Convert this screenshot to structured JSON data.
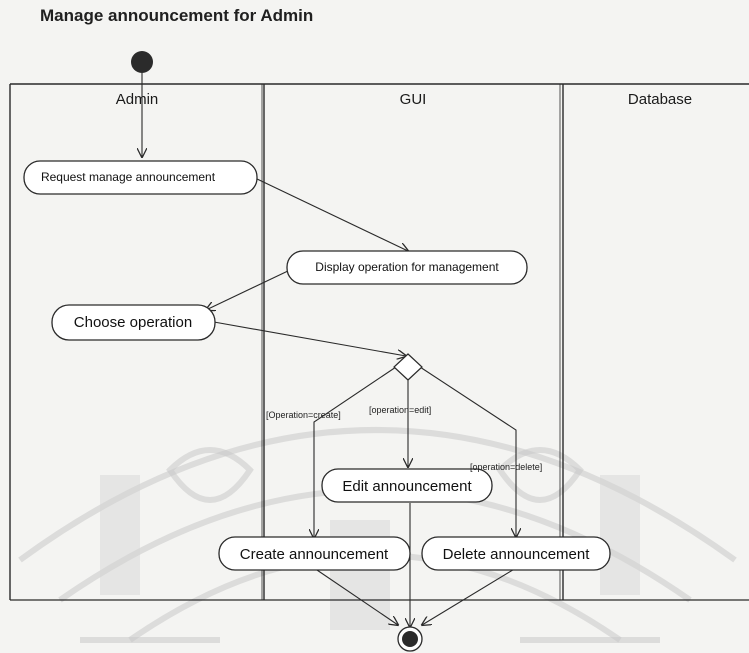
{
  "title": "Manage announcement for Admin",
  "lanes": {
    "admin": "Admin",
    "gui": "GUI",
    "database": "Database"
  },
  "nodes": {
    "request": "Request manage announcement",
    "display": "Display operation for management",
    "choose": "Choose operation",
    "edit": "Edit announcement",
    "create": "Create announcement",
    "delete": "Delete announcement"
  },
  "guards": {
    "create": "[Operation=create]",
    "edit": "[operation=edit]",
    "delete": "[operation=delete]"
  },
  "colors": {
    "line": "#2a2a2a",
    "node_fill": "#ffffff",
    "initial_node": "#2b2b2b",
    "watermark": "#c9c9c9"
  }
}
